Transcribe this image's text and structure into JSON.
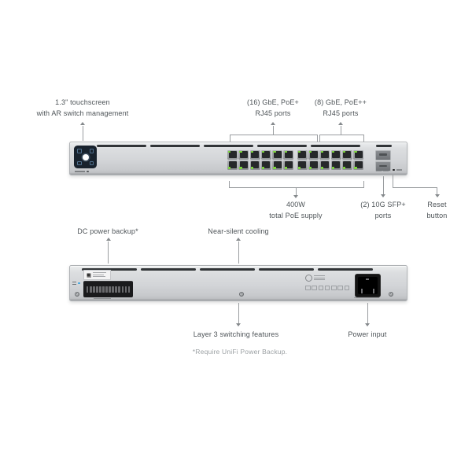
{
  "product_diagram": {
    "front_view": {
      "callouts": {
        "touchscreen": "1.3\" touchscreen\nwith AR switch management",
        "poe_plus_ports": "(16) GbE, PoE+\nRJ45 ports",
        "poe_plus_plus_ports": "(8) GbE, PoE++\nRJ45 ports",
        "poe_supply": "400W\ntotal PoE supply",
        "sfp_ports": "(2) 10G SFP+\nports",
        "reset": "Reset\nbutton"
      },
      "ports": {
        "rj45_total": 24,
        "rj45_columns": 12,
        "rj45_rows": 2,
        "poe_plus_count": 16,
        "poe_plus_plus_count": 8,
        "sfp_count": 2,
        "vent_segments": 5
      }
    },
    "back_view": {
      "callouts": {
        "dc_backup": "DC power backup*",
        "cooling": "Near-silent cooling",
        "layer3": "Layer 3 switching features",
        "power_input": "Power input"
      },
      "vent_segments": 5,
      "dc_pin_count": 14,
      "cert_mark_count": 7
    },
    "footnote": "*Require UniFi Power Backup.",
    "colors": {
      "led_green": "#7ed63e",
      "status_blue": "#36a3e0",
      "callout_text": "#4d5357",
      "callout_line": "#9a9da0",
      "footnote_text": "#9ba0a3",
      "screen_bg": "#18222d"
    }
  }
}
